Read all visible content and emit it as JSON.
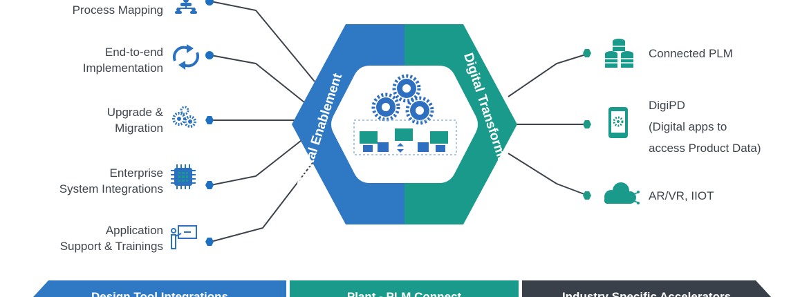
{
  "colors": {
    "blue": "#2f78c4",
    "teal": "#1a9a8a",
    "dark": "#3a4049",
    "line": "#3e434b",
    "dot_blue": "#1f6fc0",
    "dot_teal": "#1c9a86"
  },
  "hexagon": {
    "left_label": "Digital Enablement",
    "right_label": "Digital Transformation",
    "center_icon": "gears-network-icon"
  },
  "left_items": [
    {
      "lines": [
        "Process Mapping"
      ],
      "icon": "org-chart-icon"
    },
    {
      "lines": [
        "End-to-end",
        "Implementation"
      ],
      "icon": "sync-arrows-icon"
    },
    {
      "lines": [
        "Upgrade &",
        "Migration"
      ],
      "icon": "gears-icon"
    },
    {
      "lines": [
        "Enterprise",
        "System Integrations"
      ],
      "icon": "chip-icon"
    },
    {
      "lines": [
        "Application",
        "Support & Trainings"
      ],
      "icon": "presentation-icon"
    }
  ],
  "right_items": [
    {
      "lines": [
        "Connected PLM"
      ],
      "icon": "database-icon"
    },
    {
      "lines": [
        "DigiPD",
        "(Digital apps to",
        "access Product Data)"
      ],
      "icon": "mobile-gear-icon"
    },
    {
      "lines": [
        "AR/VR, IIOT"
      ],
      "icon": "cloud-icon"
    }
  ],
  "ribbons": [
    {
      "label": "Design Tool Integrations",
      "color": "#2f78c4"
    },
    {
      "label": "Plant - PLM Connect",
      "color": "#1a9a8a"
    },
    {
      "label": "Industry Specific Accelerators",
      "color": "#3a4049"
    }
  ]
}
